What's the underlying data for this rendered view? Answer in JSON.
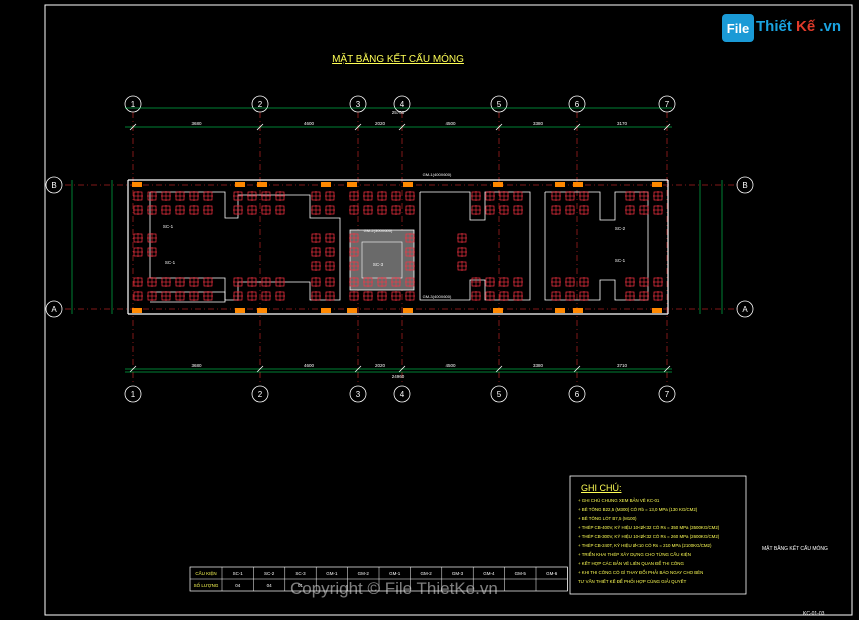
{
  "drawing": {
    "title": "MẶT BẰNG KẾT CẤU MÓNG",
    "stamp_title": "MẶT BẰNG KẾT CẤU MÓNG",
    "stamp_code": "KC-01-03"
  },
  "branding": {
    "logo_box": "File",
    "logo_text_a": "Thiết",
    "logo_text_b": "Kế",
    "logo_text_c": ".vn",
    "watermark": "Copyright © File ThietKe.vn"
  },
  "grid": {
    "columns": [
      "1",
      "2",
      "3",
      "4",
      "5",
      "6",
      "7"
    ],
    "rows": [
      "B",
      "A"
    ],
    "top_dims": [
      "3680",
      "4600",
      "2020",
      "4500",
      "3380",
      "3170"
    ],
    "bottom_dims": [
      "3680",
      "4600",
      "2020",
      "4500",
      "3380",
      "3710"
    ],
    "top_total": "25760",
    "bottom_total": "24960"
  },
  "footings": {
    "labels": [
      "SC-1",
      "SC-1",
      "SC-3",
      "SC-2",
      "SC-1"
    ],
    "beam_labels": [
      "GM-1(400X600)",
      "GM-2(300X600)",
      "GM-3(400X600)"
    ]
  },
  "notes": {
    "title": "GHI CHÚ:",
    "lines": [
      "+ GHI CHÚ CHUNG XEM BẢN VẼ KC-01",
      "+ BÊ TÔNG B22,5 (M300) CÓ Rb = 13,0 MPa (130 KG/CM2)",
      "+ BÊ TÔNG LÓT B7,5 (M100)",
      "+ THÉP CB-400V, KÝ HIỆU 10<Ø<32 CÓ Rs = 350 MPa (3500KG/CM2)",
      "+ THÉP CB-300V, KÝ HIỆU 10<Ø<32 CÓ Rs = 260 MPa (2600KG/CM2)",
      "+ THÉP CB-240T, KÝ HIỆU Ø<10 CÓ Rs = 210 MPa (2100KG/CM2)",
      "+ TRIỂN KHAI THÉP XÂY DỰNG CHO TỪNG CẤU KIỆN",
      "+ KẾT HỢP CÁC BẢN VẼ LIÊN QUAN ĐỂ THI CÔNG",
      "+ KHI THI CÔNG CÓ GÌ THAY ĐỔI PHẢI BÁO NGAY CHO BÊN",
      "  TƯ VẤN THIẾT KẾ ĐỂ PHỐI HỢP CÙNG GIẢI QUYẾT"
    ]
  },
  "schedule": {
    "row_headers": [
      "CẤU KIỆN",
      "SỐ LƯỢNG"
    ],
    "headers": [
      "SC-1",
      "SC-2",
      "SC-3",
      "GM-1",
      "GM-2",
      "GM-1",
      "GM-2",
      "GM-3",
      "GM-4",
      "GM-5",
      "GM-6"
    ],
    "counts": [
      "04",
      "04",
      "01",
      "",
      "",
      "",
      "",
      "",
      "",
      "",
      ""
    ]
  },
  "colors": {
    "frame": "#ffffff",
    "grid_line": "#ff3030",
    "dim_line": "#00ff66",
    "title_text": "#ffff55",
    "wall": "#ffffff",
    "pile": "#ff3344",
    "column_highlight": "#ff8800",
    "core_fill": "#6a6a6a"
  }
}
